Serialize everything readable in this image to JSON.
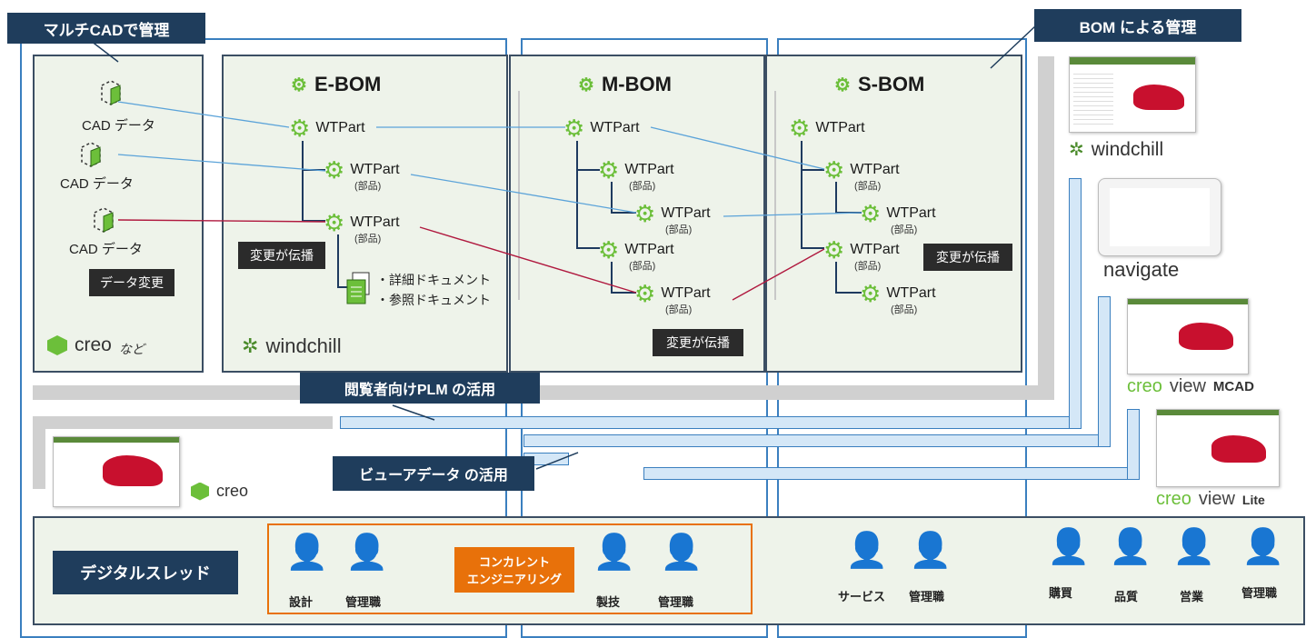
{
  "labels": {
    "multi_cad": "マルチCADで管理",
    "bom_mgmt": "BOM による管理",
    "plm_use": "閲覧者向けPLM の活用",
    "viewer_use": "ビューアデータ の活用",
    "digital_thread": "デジタルスレッド",
    "concurrent": "コンカレント\nエンジニアリング"
  },
  "cad": {
    "items": [
      "CAD データ",
      "CAD データ",
      "CAD データ"
    ],
    "data_change": "データ変更",
    "brand": "creo",
    "brand_suffix": "など"
  },
  "ebom": {
    "title": "E-BOM",
    "root": "WTPart",
    "child1": "WTPart",
    "child1_sub": "(部品)",
    "child2": "WTPart",
    "child2_sub": "(部品)",
    "propagate": "変更が伝播",
    "doc1": "・詳細ドキュメント",
    "doc2": "・参照ドキュメント",
    "brand": "windchill"
  },
  "mbom": {
    "title": "M-BOM",
    "root": "WTPart",
    "c1": "WTPart",
    "c1_sub": "(部品)",
    "c1a": "WTPart",
    "c1a_sub": "(部品)",
    "c2": "WTPart",
    "c2_sub": "(部品)",
    "c2a": "WTPart",
    "c2a_sub": "(部品)",
    "propagate": "変更が伝播"
  },
  "sbom": {
    "title": "S-BOM",
    "root": "WTPart",
    "c1": "WTPart",
    "c1_sub": "(部品)",
    "c1a": "WTPart",
    "c1a_sub": "(部品)",
    "c2": "WTPart",
    "c2_sub": "(部品)",
    "c2a": "WTPart",
    "c2a_sub": "(部品)",
    "propagate": "変更が伝播"
  },
  "apps": {
    "windchill": "windchill",
    "navigate": "navigate",
    "creo_view": "creo",
    "view_word": "view",
    "mcad": "MCAD",
    "lite": "Lite",
    "creo": "creo"
  },
  "roles": {
    "design": "設計",
    "mgr1": "管理職",
    "mfg": "製技",
    "mgr2": "管理職",
    "service": "サービス",
    "mgr3": "管理職",
    "purchase": "購買",
    "quality": "品質",
    "sales": "営業",
    "mgr4": "管理職"
  },
  "colors": {
    "navy": "#1f3d5c",
    "link_blue": "#5ba3d9",
    "link_red": "#b0193f",
    "gear_green": "#6cbf3a",
    "orange": "#e8710a",
    "panel_bg": "#eef3ea"
  }
}
